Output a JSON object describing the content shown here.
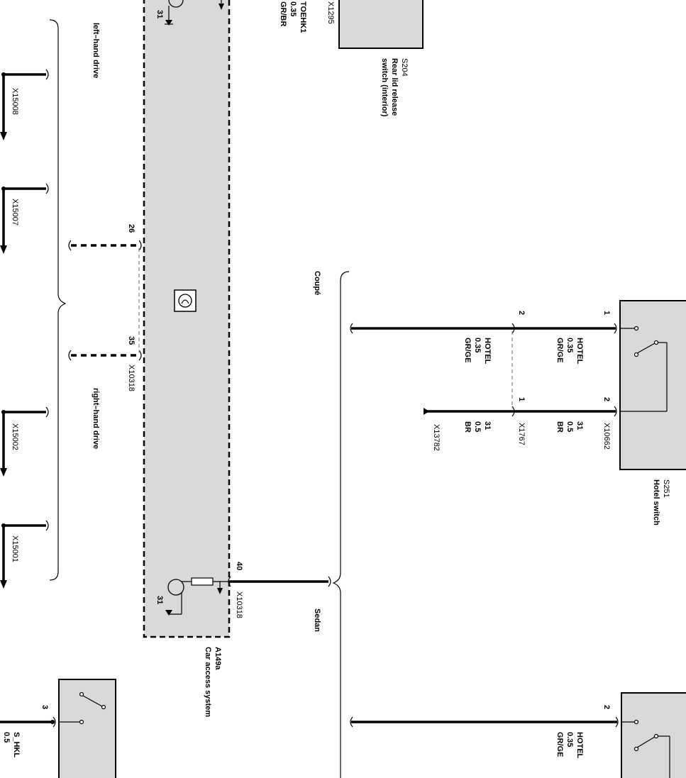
{
  "components": {
    "car_access_system": {
      "id": "A149a",
      "name": "Car access system"
    },
    "rear_lid_switch": {
      "id": "S204",
      "name": "Rear lid release switch (interior)"
    },
    "hotel_switch": {
      "id": "S251",
      "name": "Hotel switch"
    }
  },
  "connectors": {
    "x1295": "X1295",
    "x10318_mid": "X10318",
    "x10318_main": "X10318",
    "x10662": "X10662",
    "x1767": "X1767",
    "x13782": "X13782",
    "x15008": "X15008",
    "x15007": "X15007",
    "x15002": "X15002",
    "x15001": "X15001"
  },
  "pins": {
    "cas_26": "26",
    "cas_35": "35",
    "cas_40": "40",
    "ground_top": "31",
    "ground_bottom": "31",
    "hotel_top_1": "1",
    "hotel_top_2": "2",
    "hotel_x1767_2": "2",
    "hotel_x1767_1": "1",
    "rear_switch_3": "3",
    "hotel_bottom_2": "2"
  },
  "wires": {
    "toehk1": {
      "name": "TOEHK1",
      "size": "0.35",
      "color": "GR/BR"
    },
    "hotel_a": {
      "name": "HOTEL",
      "size": "0.35",
      "color": "GR/GE"
    },
    "gnd_a": {
      "name": "31",
      "size": "0.5",
      "color": "BR"
    },
    "hotel_b": {
      "name": "HOTEL",
      "size": "0.35",
      "color": "GR/GE"
    },
    "gnd_b": {
      "name": "31",
      "size": "0.5",
      "color": "BR"
    },
    "s_hkl": {
      "name": "S_HKL",
      "size": "0.5"
    },
    "hotel_c": {
      "name": "HOTEL",
      "size": "0.35",
      "color": "GR/GE"
    }
  },
  "variants": {
    "left_hand_drive": "left–hand drive",
    "right_hand_drive": "right–hand drive",
    "coupe": "Coupé",
    "sedan": "Sedan"
  }
}
